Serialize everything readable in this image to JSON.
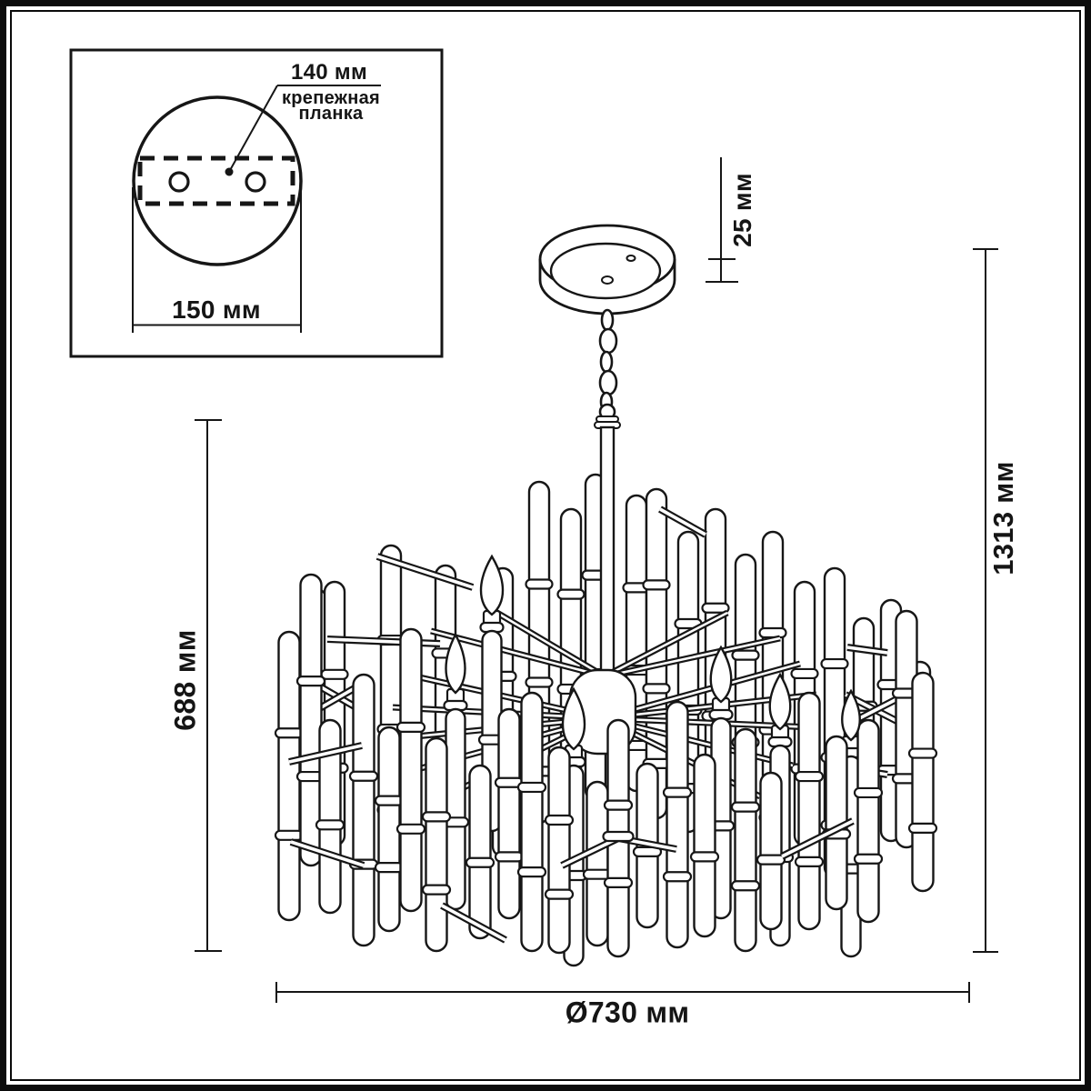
{
  "meta": {
    "drawing_type": "chandelier dimensional line drawing",
    "units": "мм"
  },
  "colors": {
    "line": "#161616",
    "background": "#ffffff",
    "frame": "#0b0b0b"
  },
  "inset": {
    "hole_spacing_label": "140 мм",
    "plate_name_line1": "крепежная",
    "plate_name_line2": "планка",
    "plate_width_label": "150 мм"
  },
  "dimensions": {
    "canopy_height_label": "25 мм",
    "body_height_label": "688 мм",
    "total_height_label": "1313 мм",
    "diameter_label": "Ø730 мм"
  },
  "values": {
    "hole_spacing_mm": 140,
    "plate_width_mm": 150,
    "canopy_height_mm": 25,
    "body_height_mm": 688,
    "total_height_mm": 1313,
    "diameter_mm": 730
  }
}
